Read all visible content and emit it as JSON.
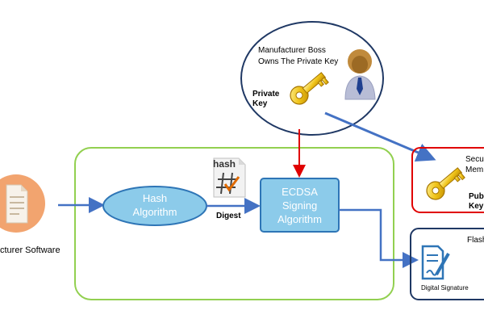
{
  "boss": {
    "line1": "Manufacturer Boss",
    "line2": "Owns The Private Key",
    "private_key_line1": "Private",
    "private_key_line2": "Key"
  },
  "software": {
    "label": "cturer Software"
  },
  "hash": {
    "line1": "Hash",
    "line2": "Algorithm"
  },
  "digest": {
    "icon_text": "hash",
    "label": "Digest"
  },
  "ecdsa": {
    "line1": "ECDSA",
    "line2": "Signing",
    "line3": "Algorithm"
  },
  "secure_memory": {
    "line1": "Secu",
    "line2": "Mem",
    "key_line1": "Pub",
    "key_line2": "Key"
  },
  "flash": {
    "label": "Flash",
    "signature_label": "Digital Signature"
  },
  "colors": {
    "green_frame": "#92d050",
    "navy": "#1f3864",
    "arrow_blue": "#4472c4",
    "red": "#e00000",
    "ellipse_fill": "#8ccbea",
    "box_fill": "#8ccbea",
    "doc_orange": "#f2a46f",
    "key_gold": "#f0c419"
  }
}
